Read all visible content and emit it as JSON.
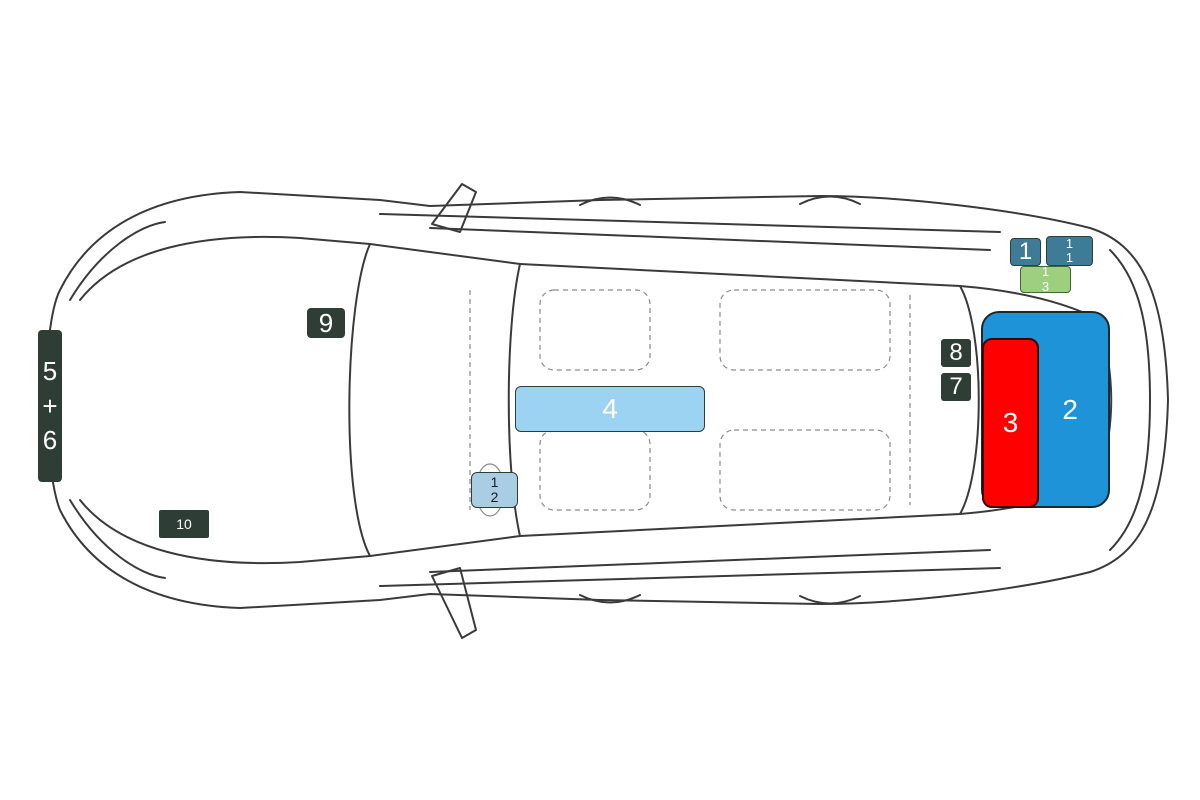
{
  "markers": {
    "front": {
      "parts": [
        "5",
        "+",
        "6"
      ]
    },
    "m9": {
      "label": "9"
    },
    "m10": {
      "label": "10"
    },
    "m4": {
      "label": "4"
    },
    "m12": {
      "lines": [
        "1",
        "2"
      ]
    },
    "m8": {
      "label": "8"
    },
    "m7": {
      "label": "7"
    },
    "m11_left": {
      "label": "1"
    },
    "m11_right": {
      "lines": [
        "1",
        "1"
      ]
    },
    "m13": {
      "lines": [
        "1",
        "3"
      ]
    },
    "m2": {
      "label": "2"
    },
    "m3": {
      "label": "3"
    }
  },
  "colors": {
    "dark_marker": "#2e3e36",
    "light_blue": "#9dd3f2",
    "blue": "#1f93d8",
    "red": "#ff0000",
    "teal": "#3d7b96",
    "green": "#9ccf7e"
  }
}
